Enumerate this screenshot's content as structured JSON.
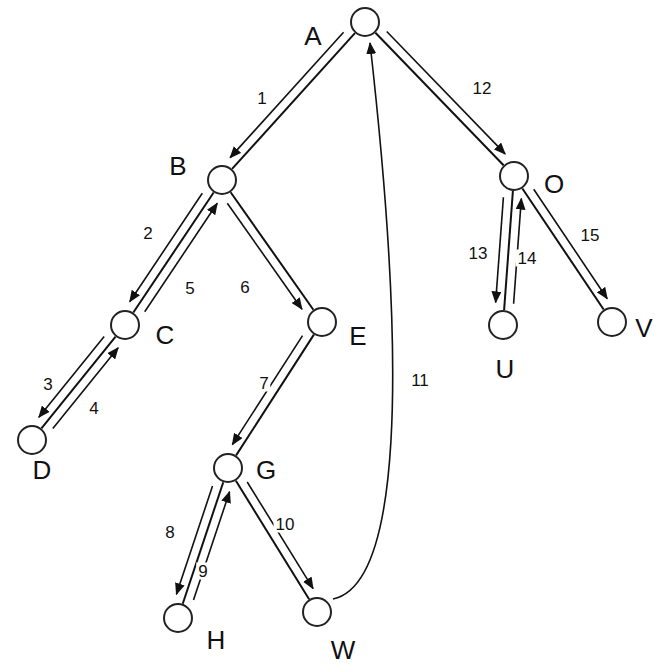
{
  "diagram": {
    "nodes": [
      {
        "text": [
          "A"
        ]
      },
      {
        "text": [
          "B"
        ]
      },
      {
        "text": [
          "C"
        ]
      },
      {
        "text": [
          "D"
        ]
      },
      {
        "text": [
          "E"
        ]
      },
      {
        "text": [
          "G"
        ]
      },
      {
        "text": [
          "H"
        ]
      },
      {
        "text": [
          "W"
        ]
      },
      {
        "text": [
          "O"
        ]
      },
      {
        "text": [
          "U"
        ]
      },
      {
        "text": [
          "V"
        ]
      }
    ],
    "edges": [
      {
        "from": 0,
        "to": 1,
        "arrow": "none"
      },
      {
        "from": 1,
        "to": 2,
        "arrow": "none"
      },
      {
        "from": 2,
        "to": 3,
        "arrow": "none"
      },
      {
        "from": 1,
        "to": 4,
        "arrow": "none"
      },
      {
        "from": 4,
        "to": 5,
        "arrow": "none"
      },
      {
        "from": 5,
        "to": 6,
        "arrow": "none"
      },
      {
        "from": 5,
        "to": 7,
        "arrow": "none"
      },
      {
        "from": 0,
        "to": 8,
        "arrow": "none"
      },
      {
        "from": 8,
        "to": 9,
        "arrow": "none"
      },
      {
        "from": 8,
        "to": 10,
        "arrow": "none"
      },
      {
        "from": 0,
        "to": 1,
        "arrow": "to",
        "label": "1"
      },
      {
        "from": 1,
        "to": 2,
        "arrow": "to",
        "label": "2"
      },
      {
        "from": 2,
        "to": 3,
        "arrow": "to",
        "label": "3"
      },
      {
        "from": 3,
        "to": 2,
        "arrow": "to",
        "label": "4"
      },
      {
        "from": 2,
        "to": 1,
        "arrow": "to",
        "label": "5"
      },
      {
        "from": 1,
        "to": 4,
        "arrow": "to",
        "label": "6"
      },
      {
        "from": 4,
        "to": 5,
        "arrow": "to",
        "label": "7"
      },
      {
        "from": 5,
        "to": 6,
        "arrow": "to",
        "label": "8"
      },
      {
        "from": 6,
        "to": 5,
        "arrow": "to",
        "label": "9"
      },
      {
        "from": 5,
        "to": 7,
        "arrow": "to",
        "label": "10"
      },
      {
        "from": 7,
        "to": 0,
        "arrow": "to",
        "label": "11"
      },
      {
        "from": 0,
        "to": 8,
        "arrow": "to",
        "label": "12"
      },
      {
        "from": 8,
        "to": 9,
        "arrow": "to",
        "label": "13"
      },
      {
        "from": 9,
        "to": 8,
        "arrow": "to",
        "label": "14"
      },
      {
        "from": 8,
        "to": 10,
        "arrow": "to",
        "label": "15"
      }
    ]
  }
}
